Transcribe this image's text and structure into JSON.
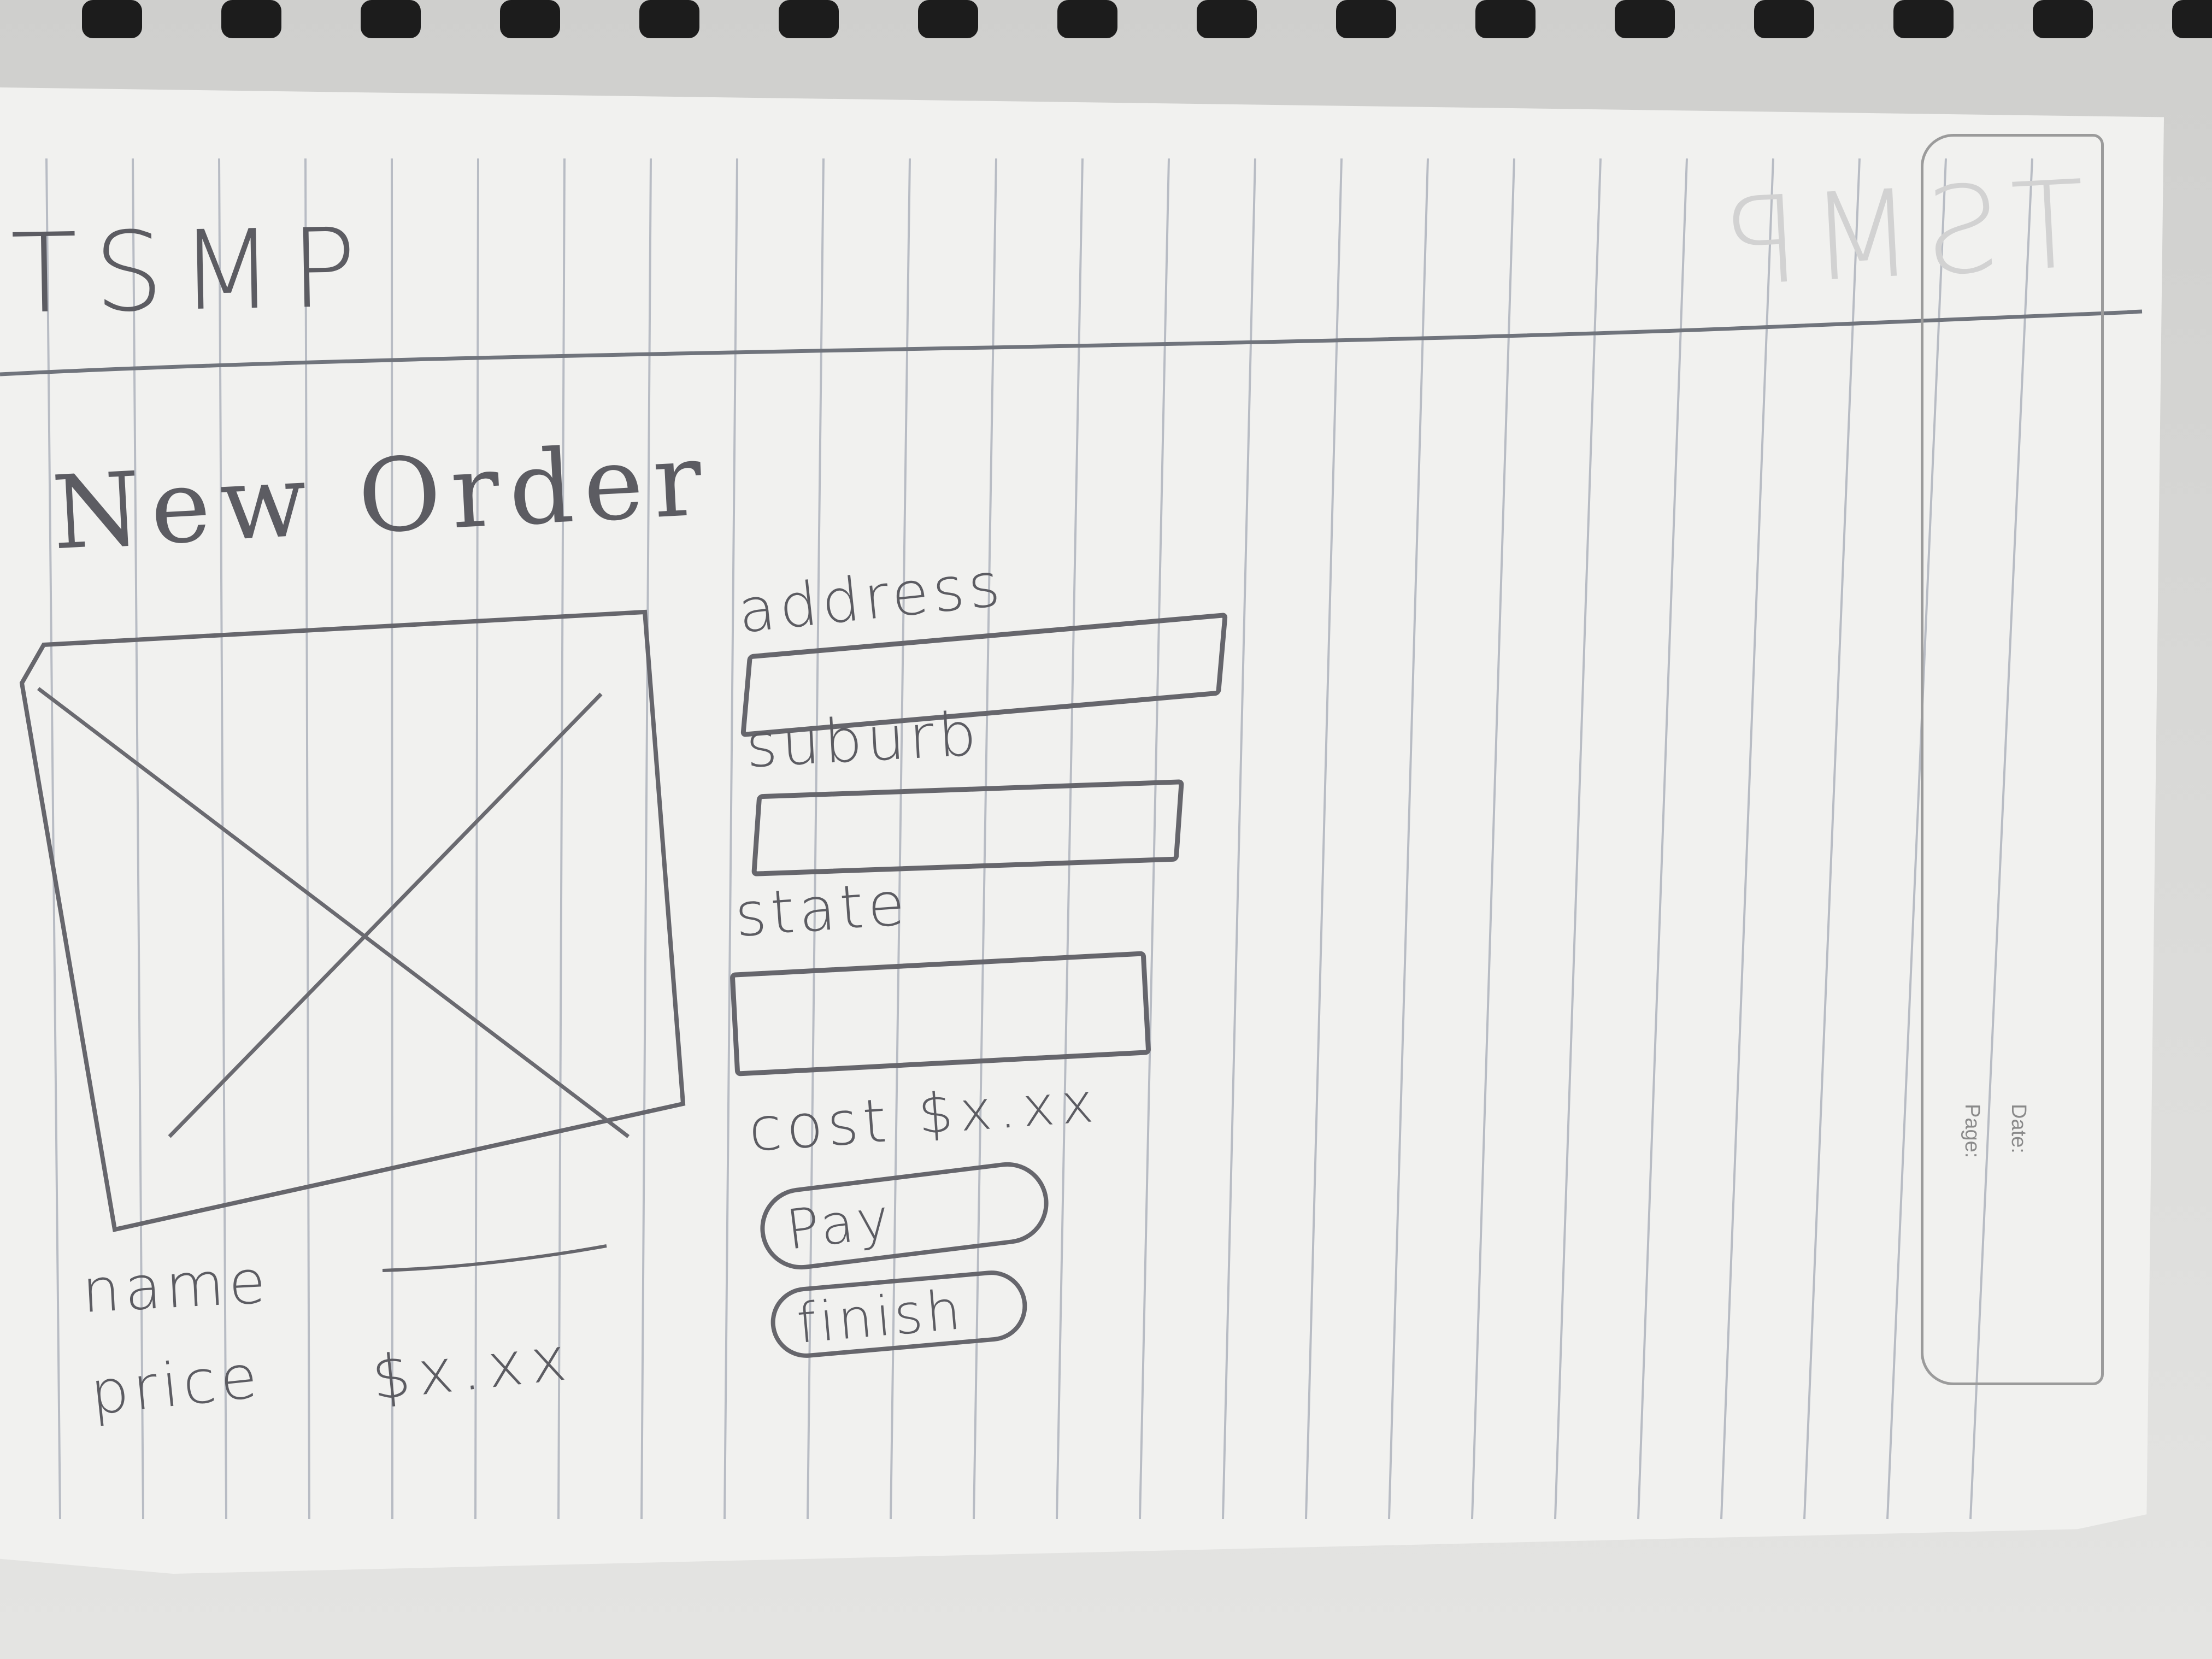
{
  "header": {
    "brand": "TSMP",
    "ghost_brand": "TSMP"
  },
  "page": {
    "title": "New Order"
  },
  "product": {
    "image_placeholder": "image-placeholder-cross",
    "name_label": "name",
    "price_label": "price",
    "price_value": "$x.xx"
  },
  "form": {
    "address_label": "address",
    "suburb_label": "suburb",
    "state_label": "state",
    "cost_label": "cost",
    "cost_value": "$x.xx"
  },
  "actions": {
    "pay_label": "Pay",
    "finish_label": "finish"
  },
  "notebook": {
    "date_label": "Date:",
    "page_label": "Page:"
  },
  "colors": {
    "pencil": "#5c5c62",
    "paper": "#f1f1ef",
    "rule_line": "#b8bcc4"
  }
}
